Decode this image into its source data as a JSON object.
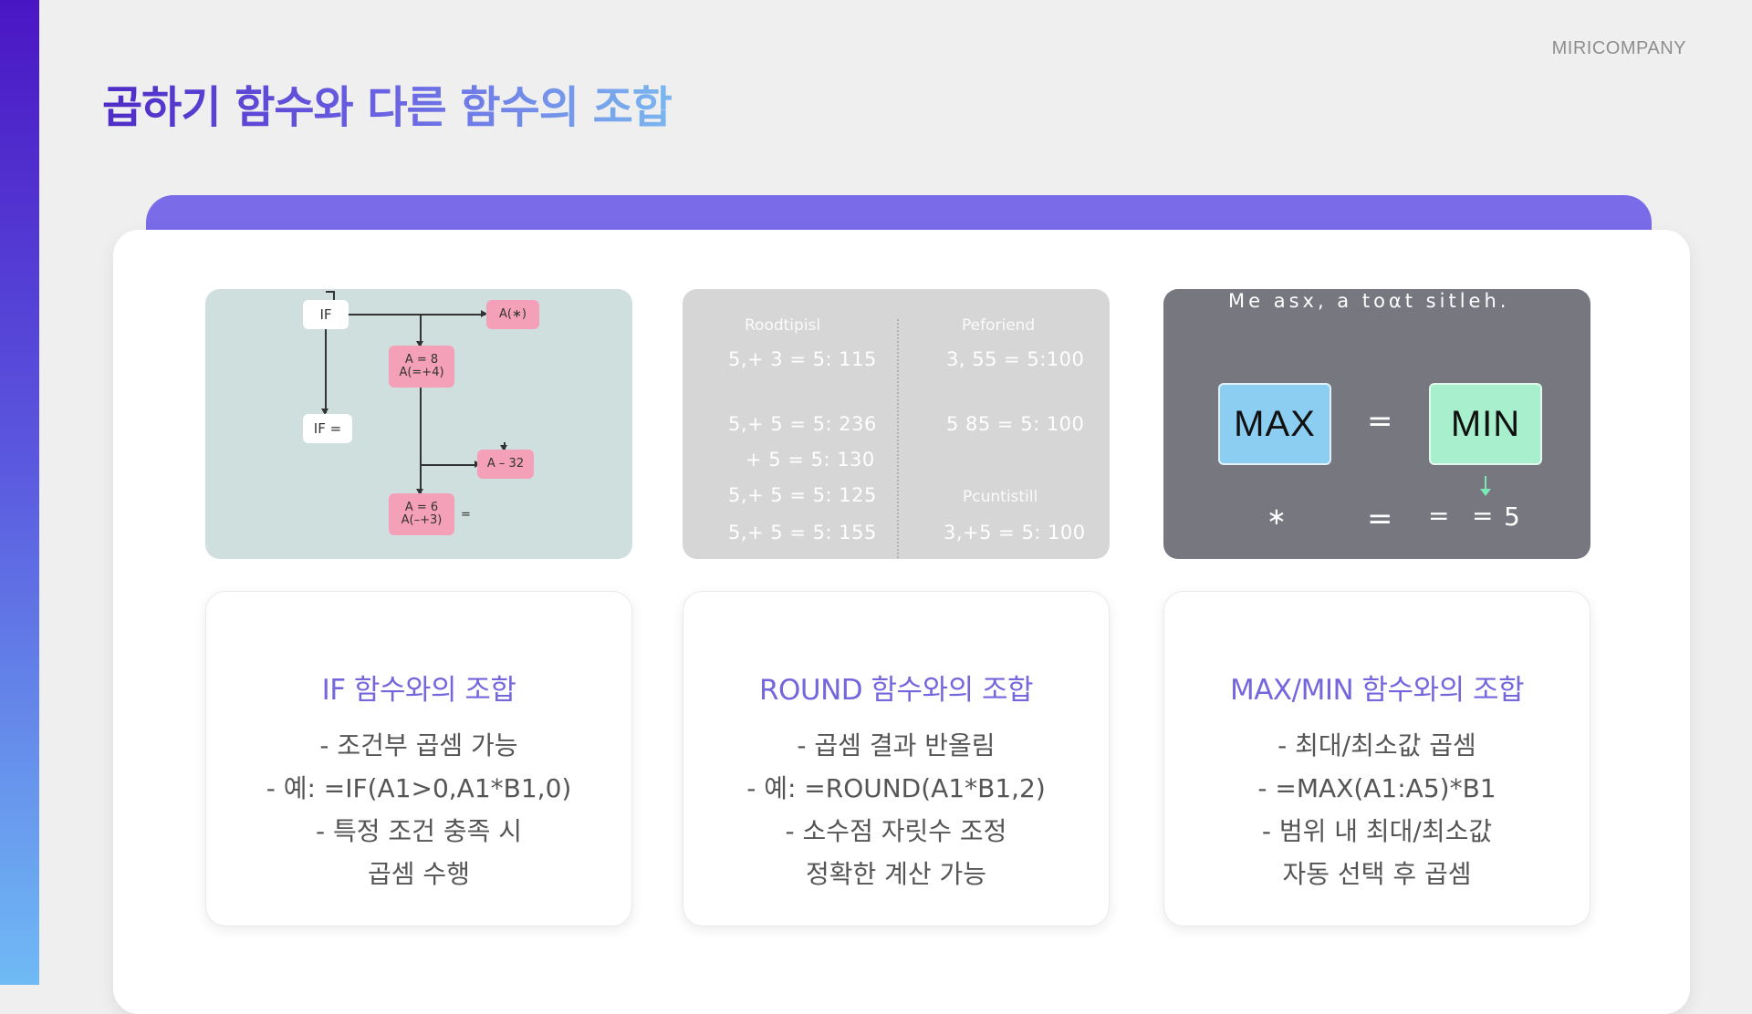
{
  "brand": "MIRICOMPANY",
  "title": "곱하기 함수와 다른 함수의 조합",
  "if_panel": {
    "nodes": {
      "if_top": "IF",
      "a_star": "A(∗)",
      "a8": "A = 8\nA(=+4)",
      "if_eq": "IF =",
      "a32": "A – 32",
      "a6": "A = 6\nA(–+3)",
      "eq": "="
    }
  },
  "round_panel": {
    "left_header": "Roodtipisl",
    "right_header": "Peforiend",
    "right_header2": "Pcuntistill",
    "left_values": [
      "5,+ 3 = 5: 115",
      "5,+ 5 = 5: 236",
      "+ 5 = 5: 130",
      "5,+ 5 = 5: 125",
      "5,+ 5 = 5: 155"
    ],
    "right_values": [
      "3, 55 = 5:100",
      "5 85 = 5: 100",
      "3,+5 = 5: 100"
    ]
  },
  "max_panel": {
    "header": "Me asx, a toαt sitleh.",
    "max_label": "MAX",
    "min_label": "MIN",
    "eq_symbol": "=",
    "star": "∗",
    "bottom_eq1": "=",
    "bottom_eq2": "=",
    "bottom_eq3": "=",
    "result": "5"
  },
  "cards": [
    {
      "title": "IF 함수와의 조합",
      "lines": [
        "- 조건부 곱셈 가능",
        "- 예: =IF(A1>0,A1*B1,0)",
        "- 특정 조건 충족 시",
        "곱셈 수행"
      ]
    },
    {
      "title": "ROUND 함수와의 조합",
      "lines": [
        "- 곱셈 결과 반올림",
        "- 예: =ROUND(A1*B1,2)",
        "- 소수점 자릿수 조정",
        "정확한 계산 가능"
      ]
    },
    {
      "title": "MAX/MIN 함수와의 조합",
      "lines": [
        "- 최대/최소값 곱셈",
        "- =MAX(A1:A5)*B1",
        "- 범위 내 최대/최소값",
        "자동 선택 후 곱셈"
      ]
    }
  ]
}
